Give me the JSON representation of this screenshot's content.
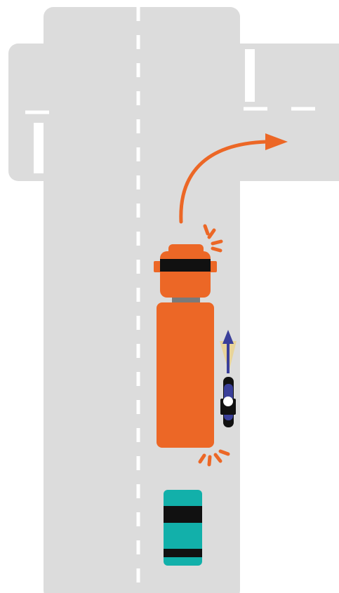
{
  "scene": {
    "description_visible_text": "",
    "colors": {
      "road": "#dcdcdc",
      "lane_marking": "#ffffff",
      "truck": "#ec6726",
      "truck_window": "#111111",
      "truck_hitch": "#7a7a7a",
      "turn_arrow": "#ec6726",
      "turn_signal": "#ec6726",
      "car": "#12b0aa",
      "car_window": "#111111",
      "motorcycle": "#3a3f9a",
      "motorcycle_rider": "#111111",
      "motorcycle_direction_arrow": "#3a3f9a",
      "motorcycle_headlight_beam": "#e8d49a"
    },
    "vehicles": [
      {
        "id": "truck",
        "kind": "truck",
        "action": "turning-right",
        "signal": "right"
      },
      {
        "id": "motorcycle",
        "kind": "motorcycle",
        "action": "going-straight"
      },
      {
        "id": "car",
        "kind": "car",
        "action": "following"
      }
    ],
    "icons": [
      "turn-right-arrow-icon",
      "turn-signal-icon",
      "direction-arrow-icon"
    ]
  }
}
